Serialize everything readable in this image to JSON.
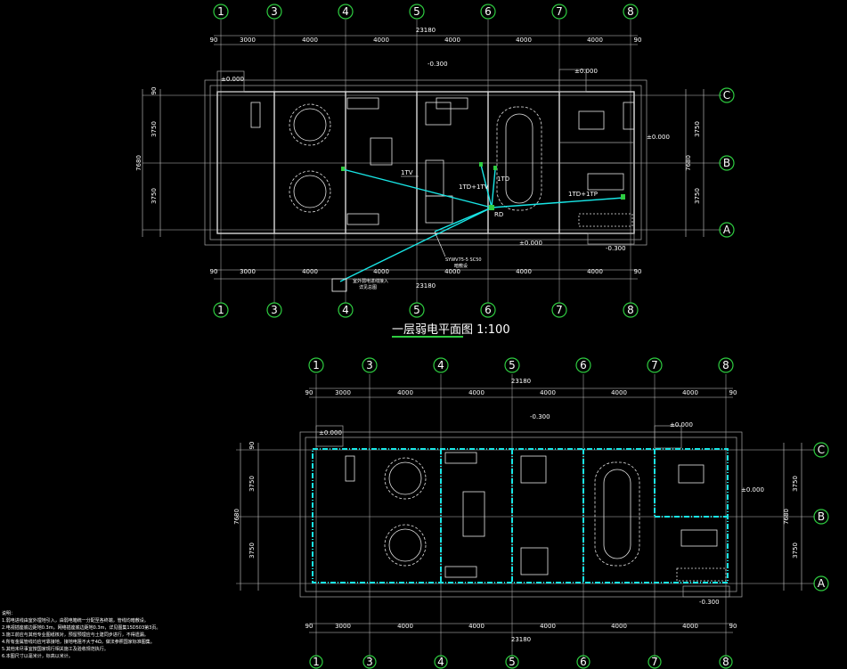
{
  "axes_top": {
    "columns": [
      "1",
      "3",
      "4",
      "5",
      "6",
      "7",
      "8"
    ],
    "rows": [
      "C",
      "B",
      "A"
    ]
  },
  "axes_bottom": {
    "columns": [
      "1",
      "3",
      "4",
      "5",
      "6",
      "7",
      "8"
    ],
    "rows": [
      "C",
      "B",
      "A"
    ]
  },
  "dims": {
    "bays": [
      "3000",
      "4000",
      "4000",
      "4000",
      "4000",
      "4000"
    ],
    "edge": "90",
    "total": "23180",
    "rows": [
      "3750",
      "3750"
    ],
    "row_total": "7680"
  },
  "levels": {
    "top_center": "-0.300",
    "zero_left": "±0.000",
    "zero_right": "±0.000",
    "zero_bottom": "±0.000",
    "neg_bottom_right": "-0.300"
  },
  "wiring_labels": {
    "tv1": "1TV",
    "td_tv": "1TD+1TV",
    "td": "1TD",
    "td_tp": "1TD+1TP",
    "rd": "RD",
    "cable": "SYWV75-5 SC50",
    "cable_sub": "暗敷设",
    "entry": "室外弱电进线接入",
    "entry_sub": "详见总图"
  },
  "drawing_title": "一层弱电平面图 1:100",
  "notes": [
    "说明：",
    "1.弱电进线由室外埋地引入，由弱电箱统一分配至各终端，管线均暗敷设。",
    "2.电视插座底边距地0.3m，网络插座底边距地0.3m，详见图集15D503第3页。",
    "3.施工前应与其他专业图纸核对，预留预埋应与土建同步进行，不得遗漏。",
    "4.所有金属管线均应可靠接地，接地电阻不大于4Ω，做法参照国家标准图集。",
    "5.其他未尽事宜按国家现行相关施工及验收规范执行。",
    "6.本图尺寸以毫米计，标高以米计。"
  ]
}
